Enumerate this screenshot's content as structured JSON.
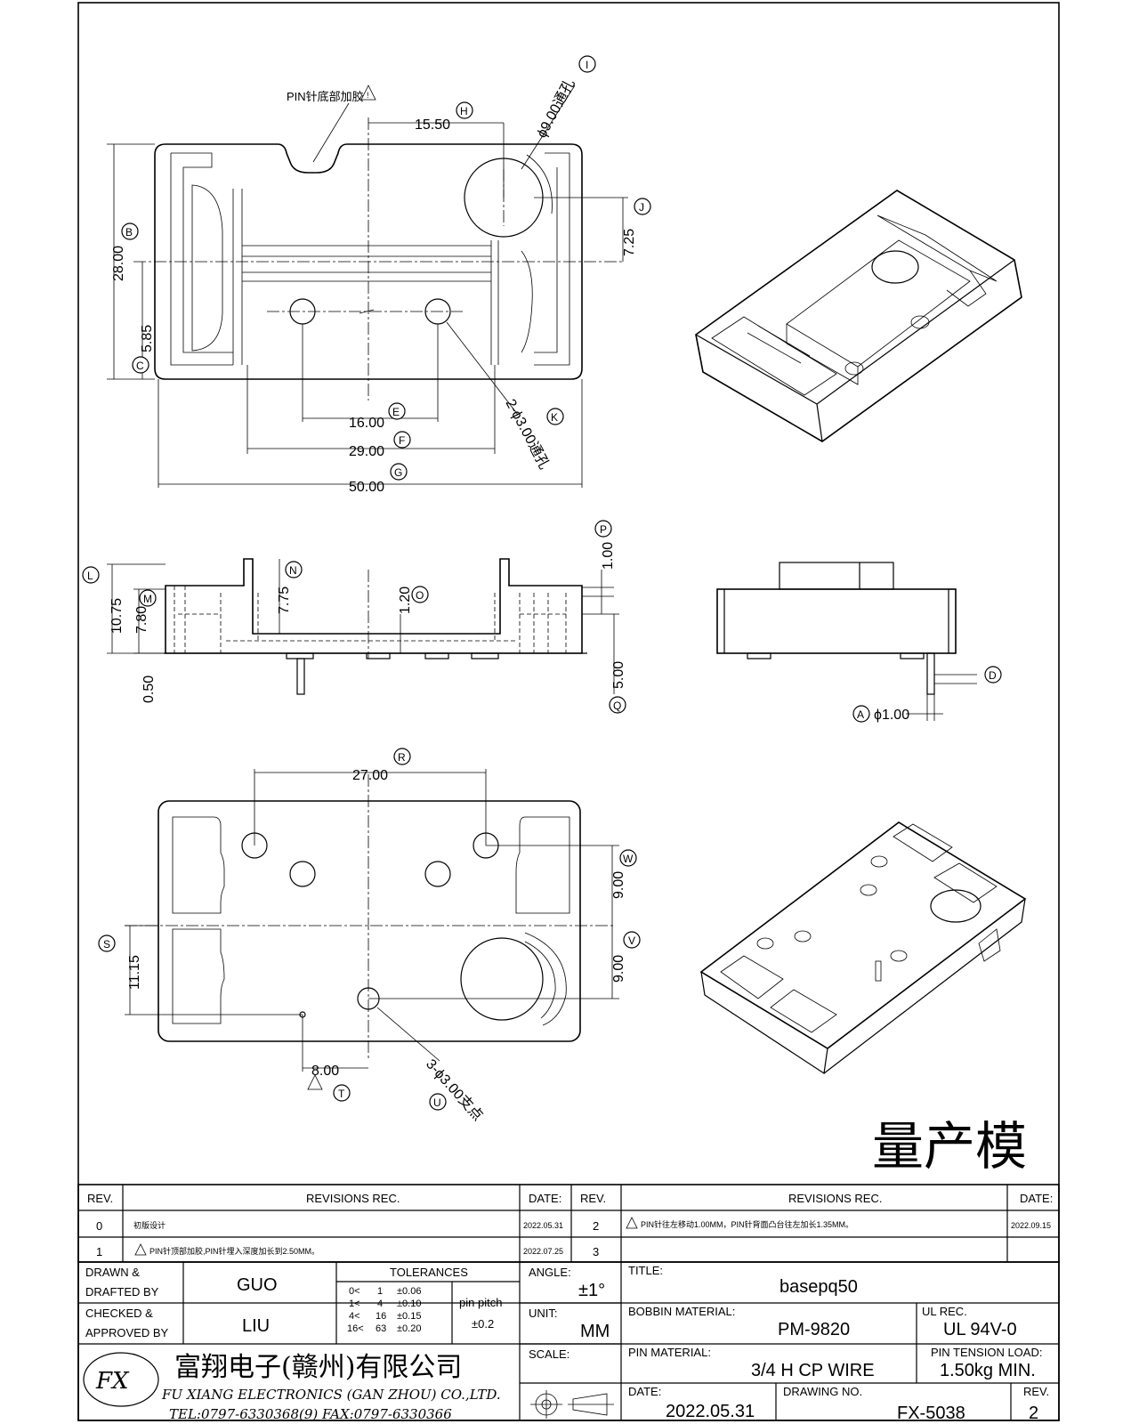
{
  "top_view": {
    "note": "PIN针底部加胶",
    "dims": {
      "d_H": "15.50",
      "d_I": "ϕ9.00通孔",
      "d_J": "7.25",
      "d_B": "28.00",
      "d_C": "5.85",
      "d_E": "16.00",
      "d_F": "29.00",
      "d_G": "50.00",
      "d_K": "2-ϕ3.00通孔"
    },
    "markers": {
      "H": "H",
      "I": "I",
      "J": "J",
      "B": "B",
      "C": "C",
      "E": "E",
      "F": "F",
      "G": "G",
      "K": "K"
    }
  },
  "side_view": {
    "dims": {
      "d_L": "10.75",
      "d_M": "7.80",
      "d_N": "7.75",
      "d_O": "1.20",
      "d_P": "1.00",
      "d_Q": "5.00",
      "d_half": "0.50",
      "d_A": "ϕ1.00"
    },
    "markers": {
      "L": "L",
      "M": "M",
      "N": "N",
      "O": "O",
      "P": "P",
      "Q": "Q",
      "D": "D",
      "A": "A"
    }
  },
  "bottom_view": {
    "dims": {
      "d_R": "27.00",
      "d_W": "9.00",
      "d_V": "9.00",
      "d_S": "11.15",
      "d_T": "8.00",
      "d_U": "3-ϕ3.00支点"
    },
    "markers": {
      "R": "R",
      "W": "W",
      "V": "V",
      "S": "S",
      "T": "T",
      "U": "U"
    }
  },
  "stamp": "量产模",
  "revisions": {
    "headers": {
      "rev": "REV.",
      "rec": "REVISIONS   REC.",
      "date": "DATE:"
    },
    "rows": [
      {
        "rev": "0",
        "text": "初版设计",
        "date": "2022.05.31"
      },
      {
        "rev": "1",
        "text": "PIN针顶部加胶,PIN针埋入深度加长到2.50MM。",
        "date": "2022.07.25"
      },
      {
        "rev": "2",
        "text": "PIN针往左移动1.00MM，PIN针背面凸台往左加长1.35MM。",
        "date": "2022.09.15"
      },
      {
        "rev": "3",
        "text": "",
        "date": ""
      }
    ]
  },
  "title_block": {
    "drawn_label": "DRAWN  &\nDRAFTED BY",
    "drawn_value": "GUO",
    "checked_label": "CHECKED &\nAPPROVED BY",
    "checked_value": "LIU",
    "tolerances_label": "TOLERANCES",
    "tol_rows": [
      [
        "0<",
        "1",
        "±0.06"
      ],
      [
        "1<",
        "4",
        "±0.10"
      ],
      [
        "4<",
        "16",
        "±0.15"
      ],
      [
        "16<",
        "63",
        "±0.20"
      ]
    ],
    "pin_pitch_label": "pin  pitch",
    "pin_pitch_value": "±0.2",
    "angle_label": "ANGLE:",
    "angle_value": "±1°",
    "unit_label": "UNIT:",
    "unit_value": "MM",
    "scale_label": "SCALE:",
    "title_label": "TITLE:",
    "title_value": "basepq50",
    "bobbin_label": "BOBBIN  MATERIAL:",
    "bobbin_value": "PM-9820",
    "ul_label": "UL  REC.",
    "ul_value": "UL  94V-0",
    "pin_mat_label": "PIN  MATERIAL:",
    "pin_mat_value": "3/4  H  CP  WIRE",
    "tension_label": "PIN  TENSION  LOAD:",
    "tension_value": "1.50kg  MIN.",
    "date_label": "DATE:",
    "date_value": "2022.05.31",
    "drawing_label": "DRAWING  NO.",
    "drawing_value": "FX-5038",
    "rev_label": "REV.",
    "rev_value": "2",
    "company_cn": "富翔电子(赣州)有限公司",
    "company_en": "FU  XIANG  ELECTRONICS  (GAN  ZHOU)  CO.,LTD.",
    "contact": "TEL:0797-6330368(9)    FAX:0797-6330366"
  }
}
